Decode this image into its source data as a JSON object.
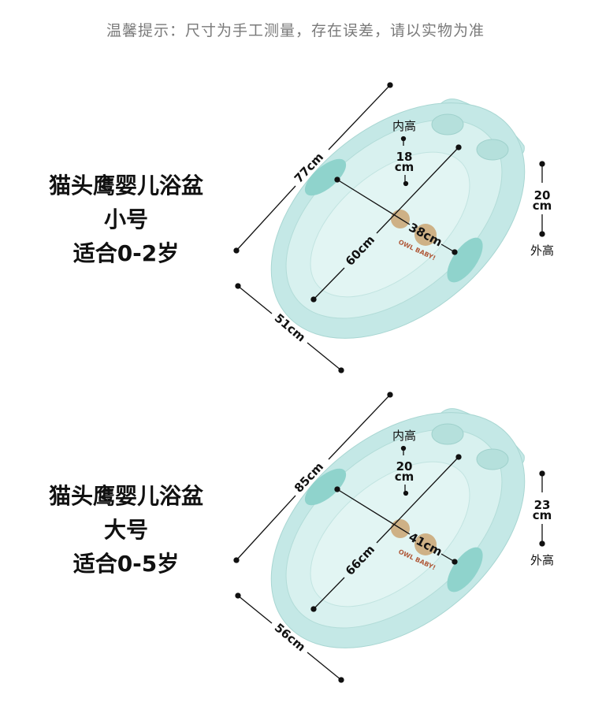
{
  "notice": "温馨提示：尺寸为手工测量，存在误差，请以实物为准",
  "products": [
    {
      "name": "猫头鹰婴儿浴盆",
      "size": "小号",
      "age": "适合0-2岁",
      "length": "77cm",
      "width": "51cm",
      "inner_length": "60cm",
      "inner_width": "38cm",
      "inner_height_label": "内高",
      "inner_height_value": "18",
      "inner_height_unit": "cm",
      "outer_height_label": "外高",
      "outer_height_value": "20",
      "outer_height_unit": "cm",
      "print_text": "OWL BABY!"
    },
    {
      "name": "猫头鹰婴儿浴盆",
      "size": "大号",
      "age": "适合0-5岁",
      "length": "85cm",
      "width": "56cm",
      "inner_length": "66cm",
      "inner_width": "41cm",
      "inner_height_label": "内高",
      "inner_height_value": "20",
      "inner_height_unit": "cm",
      "outer_height_label": "外高",
      "outer_height_value": "23",
      "outer_height_unit": "cm",
      "print_text": "OWL BABY!"
    }
  ],
  "colors": {
    "tub": "#bfe6e4",
    "tub_inner": "#d6f0ee",
    "grip": "#8fd3cc",
    "text": "#111111"
  }
}
